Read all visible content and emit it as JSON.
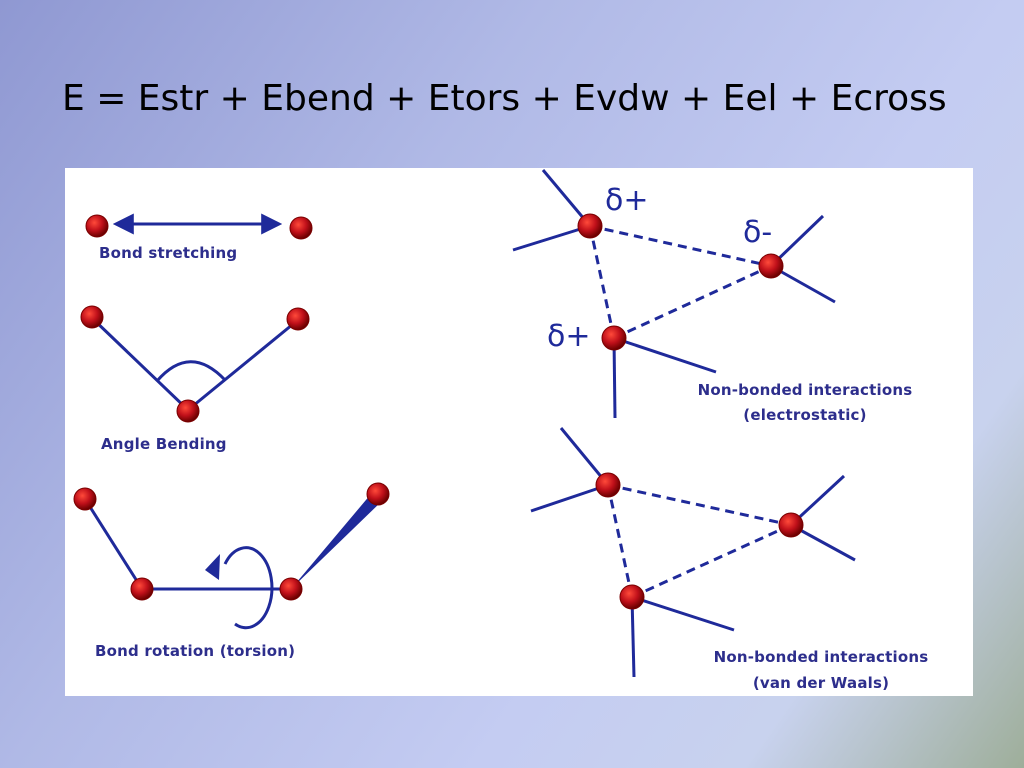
{
  "slide": {
    "title": "E = Estr + Ebend + Etors + Evdw + Eel + Ecross"
  },
  "diagram": {
    "bond_stretching": {
      "label": "Bond stretching"
    },
    "angle_bending": {
      "label": "Angle Bending"
    },
    "bond_rotation": {
      "label": "Bond rotation (torsion)"
    },
    "electrostatic": {
      "label_line1": "Non-bonded interactions",
      "label_line2": "(electrostatic)",
      "charges": [
        "δ+",
        "δ-",
        "δ+"
      ]
    },
    "van_der_waals": {
      "label_line1": "Non-bonded interactions",
      "label_line2": "(van der Waals)"
    }
  },
  "colors": {
    "bond": "#1f2a9a",
    "atom": "#c0101a",
    "label": "#2d2e8c"
  }
}
